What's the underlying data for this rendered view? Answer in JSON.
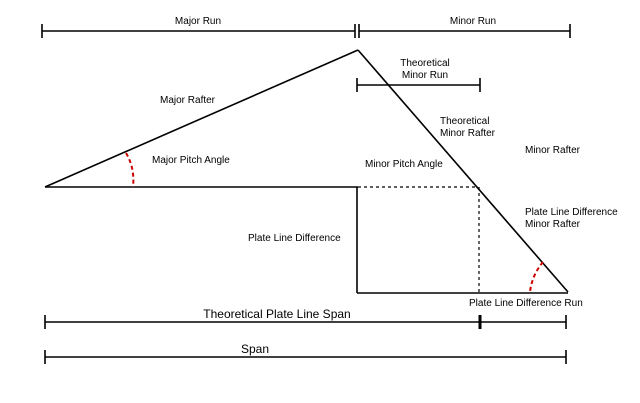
{
  "labels": {
    "major_run": "Major Run",
    "minor_run": "Minor Run",
    "theoretical_minor_run_1": "Theoretical",
    "theoretical_minor_run_2": "Minor Run",
    "major_rafter": "Major Rafter",
    "theoretical_minor_rafter_1": "Theoretical",
    "theoretical_minor_rafter_2": "Minor Rafter",
    "minor_rafter": "Minor Rafter",
    "major_pitch_angle": "Major Pitch Angle",
    "minor_pitch_angle": "Minor Pitch Angle",
    "plate_line_difference": "Plate Line Difference",
    "plate_line_difference_minor_rafter_1": "Plate Line Difference",
    "plate_line_difference_minor_rafter_2": "Minor Rafter",
    "plate_line_difference_run": "Plate Line Difference Run",
    "theoretical_plate_line_span": "Theoretical Plate Line Span",
    "span": "Span"
  },
  "colors": {
    "line": "#000000",
    "angle_arc": "#cc0000",
    "background": "#ffffff"
  }
}
